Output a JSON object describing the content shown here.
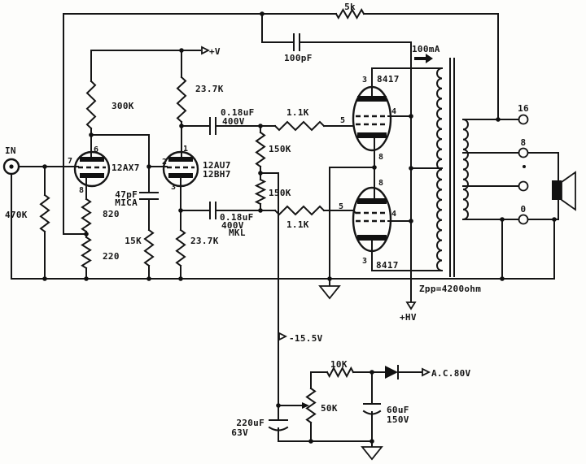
{
  "schematic": {
    "input": {
      "label": "IN"
    },
    "tubes": {
      "v1": "12AX7",
      "v2a": "12AU7",
      "v2b": "12BH7",
      "out_top": "8417",
      "out_bottom": "8417"
    },
    "pins": {
      "v1_plate": "6",
      "v1_grid": "7",
      "v1_cathode": "8",
      "v2_plate": "1",
      "v2_grid": "2",
      "v2_cathode": "3",
      "out_top_plate": "3",
      "out_top_screen": "4",
      "out_top_grid": "5",
      "out_top_cathode": "8",
      "out_bottom_plate": "3",
      "out_bottom_screen": "4",
      "out_bottom_grid": "5",
      "out_bottom_cathode": "8"
    },
    "resistors": {
      "input_load": "470K",
      "v1_plate_load": "300K",
      "v1_cathode_upper": "820",
      "v1_cathode_lower": "220",
      "eq_shunt": "15K",
      "v2_plate_load": "23.7K",
      "v2_cathode_load": "23.7K",
      "grid_leak_top": "150K",
      "grid_leak_bottom": "150K",
      "grid_stop_top": "1.1K",
      "grid_stop_bottom": "1.1K",
      "feedback": "5k",
      "bias_series": "10K",
      "bias_pot": "50K"
    },
    "capacitors": {
      "eq": "47pF",
      "eq_type": "MICA",
      "feedback": "100pF",
      "coupling_top": "0.18uF",
      "coupling_top_v": "400V",
      "coupling_bottom": "0.18uF",
      "coupling_bottom_v": "400V",
      "coupling_type": "MKL",
      "bias_main": "220uF",
      "bias_main_v": "63V",
      "bias_filter": "60uF",
      "bias_filter_v": "150V"
    },
    "supplies": {
      "vplus": "+V",
      "hv": "+HV",
      "bias": "-15.5V",
      "ac": "A.C.80V",
      "current": "100mA"
    },
    "transformer": {
      "zpp": "Zpp=4200ohm",
      "tap16": "16",
      "tap8": "8",
      "tap0": "0"
    }
  }
}
